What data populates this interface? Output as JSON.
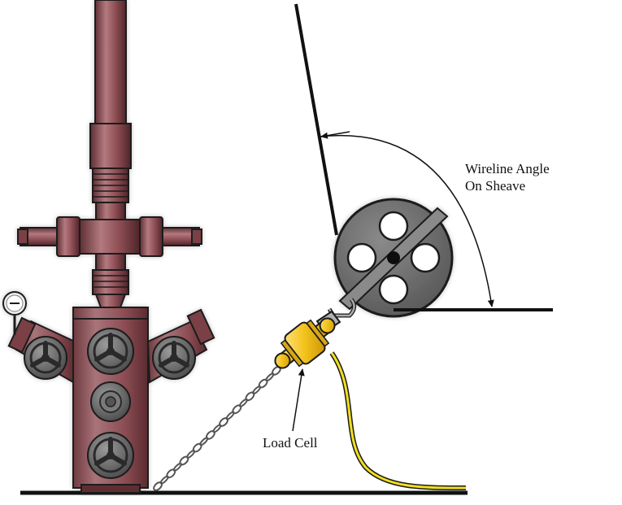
{
  "labels": {
    "wireline_angle_line1": "Wireline Angle",
    "wireline_angle_line2": "On Sheave",
    "load_cell": "Load Cell"
  },
  "colors": {
    "wellhead": "#8f4f55",
    "wellhead_dark": "#5e2e33",
    "valve_gray": "#6b6b6b",
    "sheave_gray": "#6a6a6a",
    "load_cell_yellow": "#f2c21b",
    "cable_yellow": "#f2df1e",
    "chain_gray": "#9a9a9a",
    "outline": "#1a1a1a"
  }
}
